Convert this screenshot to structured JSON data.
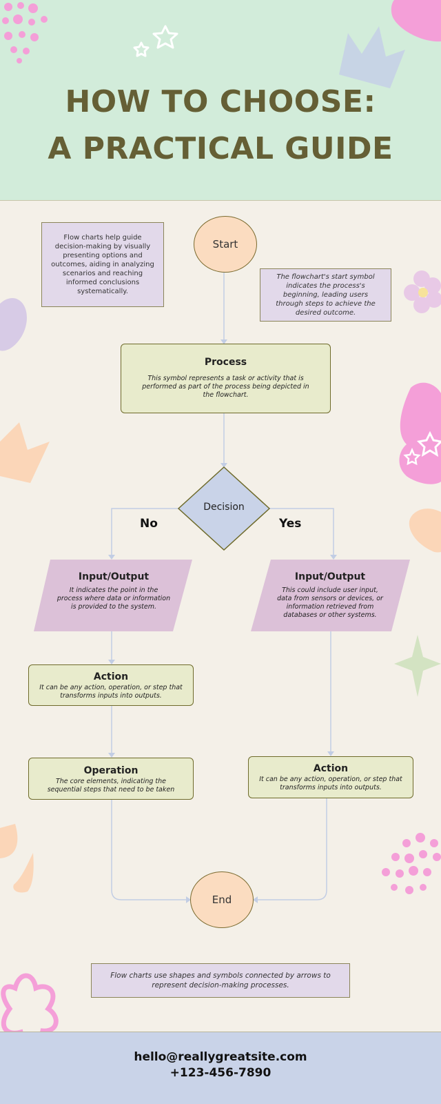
{
  "header": {
    "title_line1": "HOW TO CHOOSE:",
    "title_line2": "A PRACTICAL GUIDE"
  },
  "intro_note": "Flow charts help guide decision-making by visually presenting options and outcomes, aiding in analyzing scenarios and reaching informed conclusions systematically.",
  "start_note": "The flowchart's start symbol indicates the process's beginning, leading users through steps to achieve the desired outcome.",
  "nodes": {
    "start": "Start",
    "process": {
      "title": "Process",
      "desc": "This symbol represents a task or activity that is performed as part of the process being depicted in the flowchart."
    },
    "decision": "Decision",
    "branch_no": "No",
    "branch_yes": "Yes",
    "io_left": {
      "title": "Input/Output",
      "desc": "It indicates the point in the process where data or information is provided to the system."
    },
    "io_right": {
      "title": "Input/Output",
      "desc": "This could include user input, data from sensors or devices, or information retrieved from databases or other systems."
    },
    "action_left": {
      "title": "Action",
      "desc": "It can be any action, operation, or step that transforms inputs into outputs."
    },
    "operation": {
      "title": "Operation",
      "desc": "The core elements, indicating the sequential steps that need to be taken"
    },
    "action_right": {
      "title": "Action",
      "desc": "It can be any action, operation, or step that transforms inputs into outputs."
    },
    "end": "End"
  },
  "bottom_note": "Flow charts use shapes and symbols connected by arrows to represent decision-making processes.",
  "footer": {
    "email": "hello@reallygreatsite.com",
    "phone": "+123-456-7890"
  },
  "colors": {
    "header_bg": "#d2ecda",
    "title": "#655f35",
    "note_bg": "#e2d9ea",
    "box_bg": "#e8ebcc",
    "io_bg": "#dcc1d8",
    "decision_bg": "#c9d3e8",
    "circle_bg": "#fbdcc0",
    "footer_bg": "#c9d3e8",
    "connector": "#c2cde4"
  }
}
